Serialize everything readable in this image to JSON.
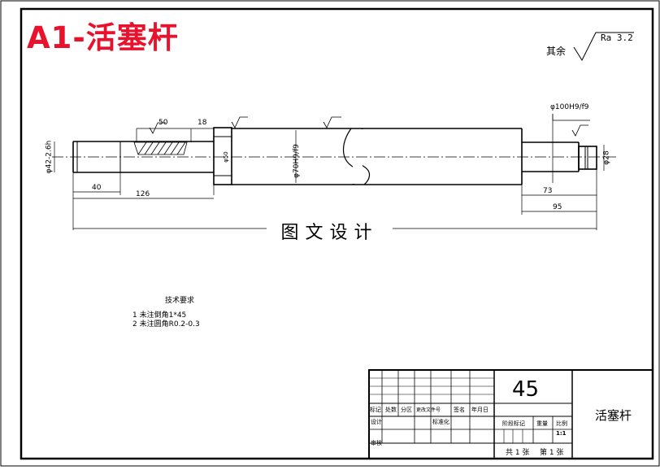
{
  "header": {
    "title": "A1-活塞杆"
  },
  "surface": {
    "other_label": "其余",
    "ra_text": "Ra 3.2"
  },
  "dims": {
    "d50": "50",
    "d18": "18",
    "d40": "40",
    "d126": "126",
    "d73": "73",
    "d95": "95",
    "phi42": "φ42-2.6h",
    "phi70": "φ70H9/f9",
    "phi100": "φ100H9/f9",
    "phi28": "φ28",
    "phi_small": "φ50"
  },
  "watermark": "图文设计",
  "tech_req": {
    "heading": "技术要求",
    "item1": "1 未注倒角1*45",
    "item2": "2 未注圆角R0.2-0.3"
  },
  "title_block": {
    "material": "45",
    "part_name": "活塞杆",
    "col_labels": [
      "标记",
      "处数",
      "分区",
      "更改文件号",
      "签名",
      "年月日"
    ],
    "row_design": "设计",
    "row_standard": "标准化",
    "row_approve": "审核",
    "stage_mark": "阶段标记",
    "weight": "重量",
    "scale": "比例",
    "scale_value": "1:1",
    "sheets_total": "共 1 张",
    "sheet_no": "第 1 张"
  }
}
